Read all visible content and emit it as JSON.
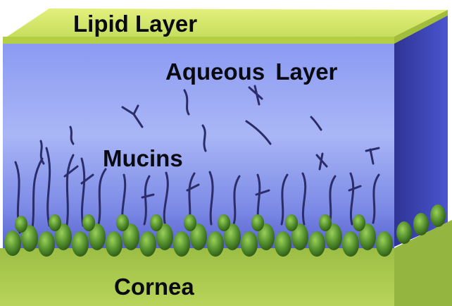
{
  "labels": {
    "lipid": "Lipid Layer",
    "aqueous": "Aqueous  Layer",
    "mucins": "Mucins",
    "cornea": "Cornea"
  },
  "colors": {
    "lipid_top": "#d6e86a",
    "lipid_front": "#b9d24a",
    "aqueous_light": "#a6b4f6",
    "aqueous_mid": "#7688ee",
    "aqueous_dark": "#3d47c2",
    "side_dark": "#23287a",
    "mucin": "#2b2d6a",
    "cell": "#4f8a2a",
    "cornea": "#a9c94a"
  }
}
